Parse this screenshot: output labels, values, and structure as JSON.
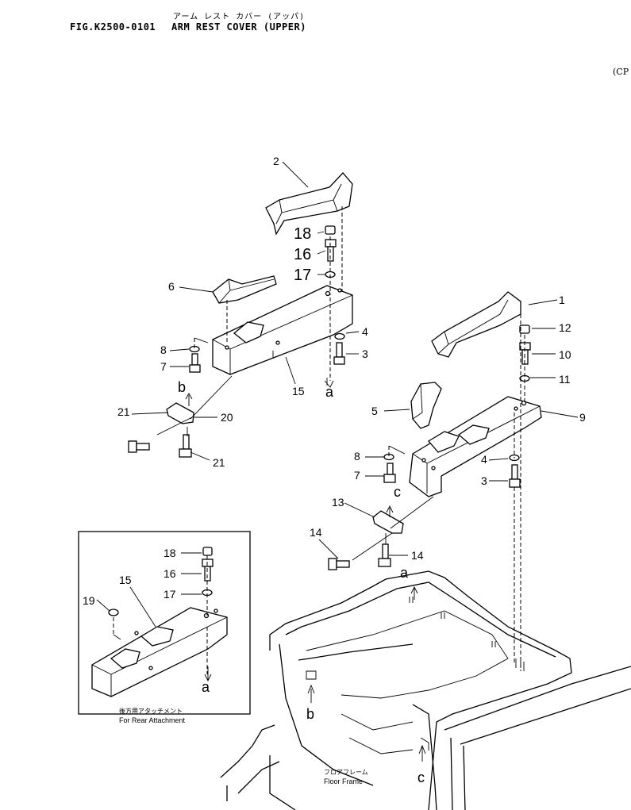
{
  "header": {
    "title_jp": "アーム レスト カバー (アッパ)",
    "fig_number": "FIG.K2500-0101",
    "title_en": "ARM REST COVER (UPPER)",
    "page_code": "(CP"
  },
  "callouts": {
    "c1": "1",
    "c2": "2",
    "c3a": "3",
    "c3b": "3",
    "c4a": "4",
    "c4b": "4",
    "c5": "5",
    "c6": "6",
    "c7a": "7",
    "c7b": "7",
    "c8a": "8",
    "c8b": "8",
    "c9": "9",
    "c10": "10",
    "c11": "11",
    "c12": "12",
    "c13": "13",
    "c14a": "14",
    "c14b": "14",
    "c15": "15",
    "c16": "16",
    "c17": "17",
    "c18": "18",
    "c20": "20",
    "c21a": "21",
    "c21b": "21"
  },
  "markers": {
    "a1": "a",
    "b1": "b",
    "c1": "c",
    "a2": "a",
    "b2": "b",
    "c2": "c"
  },
  "inset": {
    "c15": "15",
    "c16": "16",
    "c17": "17",
    "c18": "18",
    "c19": "19",
    "a": "a",
    "caption_jp": "後方用アタッチメント",
    "caption_en": "For Rear Attachment"
  },
  "floor": {
    "label_jp": "フロアフレーム",
    "label_en": "Floor  Frame"
  }
}
